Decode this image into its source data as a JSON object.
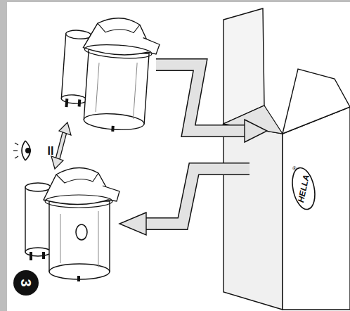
{
  "diagram": {
    "labels": [
      "II",
      "3",
      "HELLA",
      "®"
    ]
  }
}
